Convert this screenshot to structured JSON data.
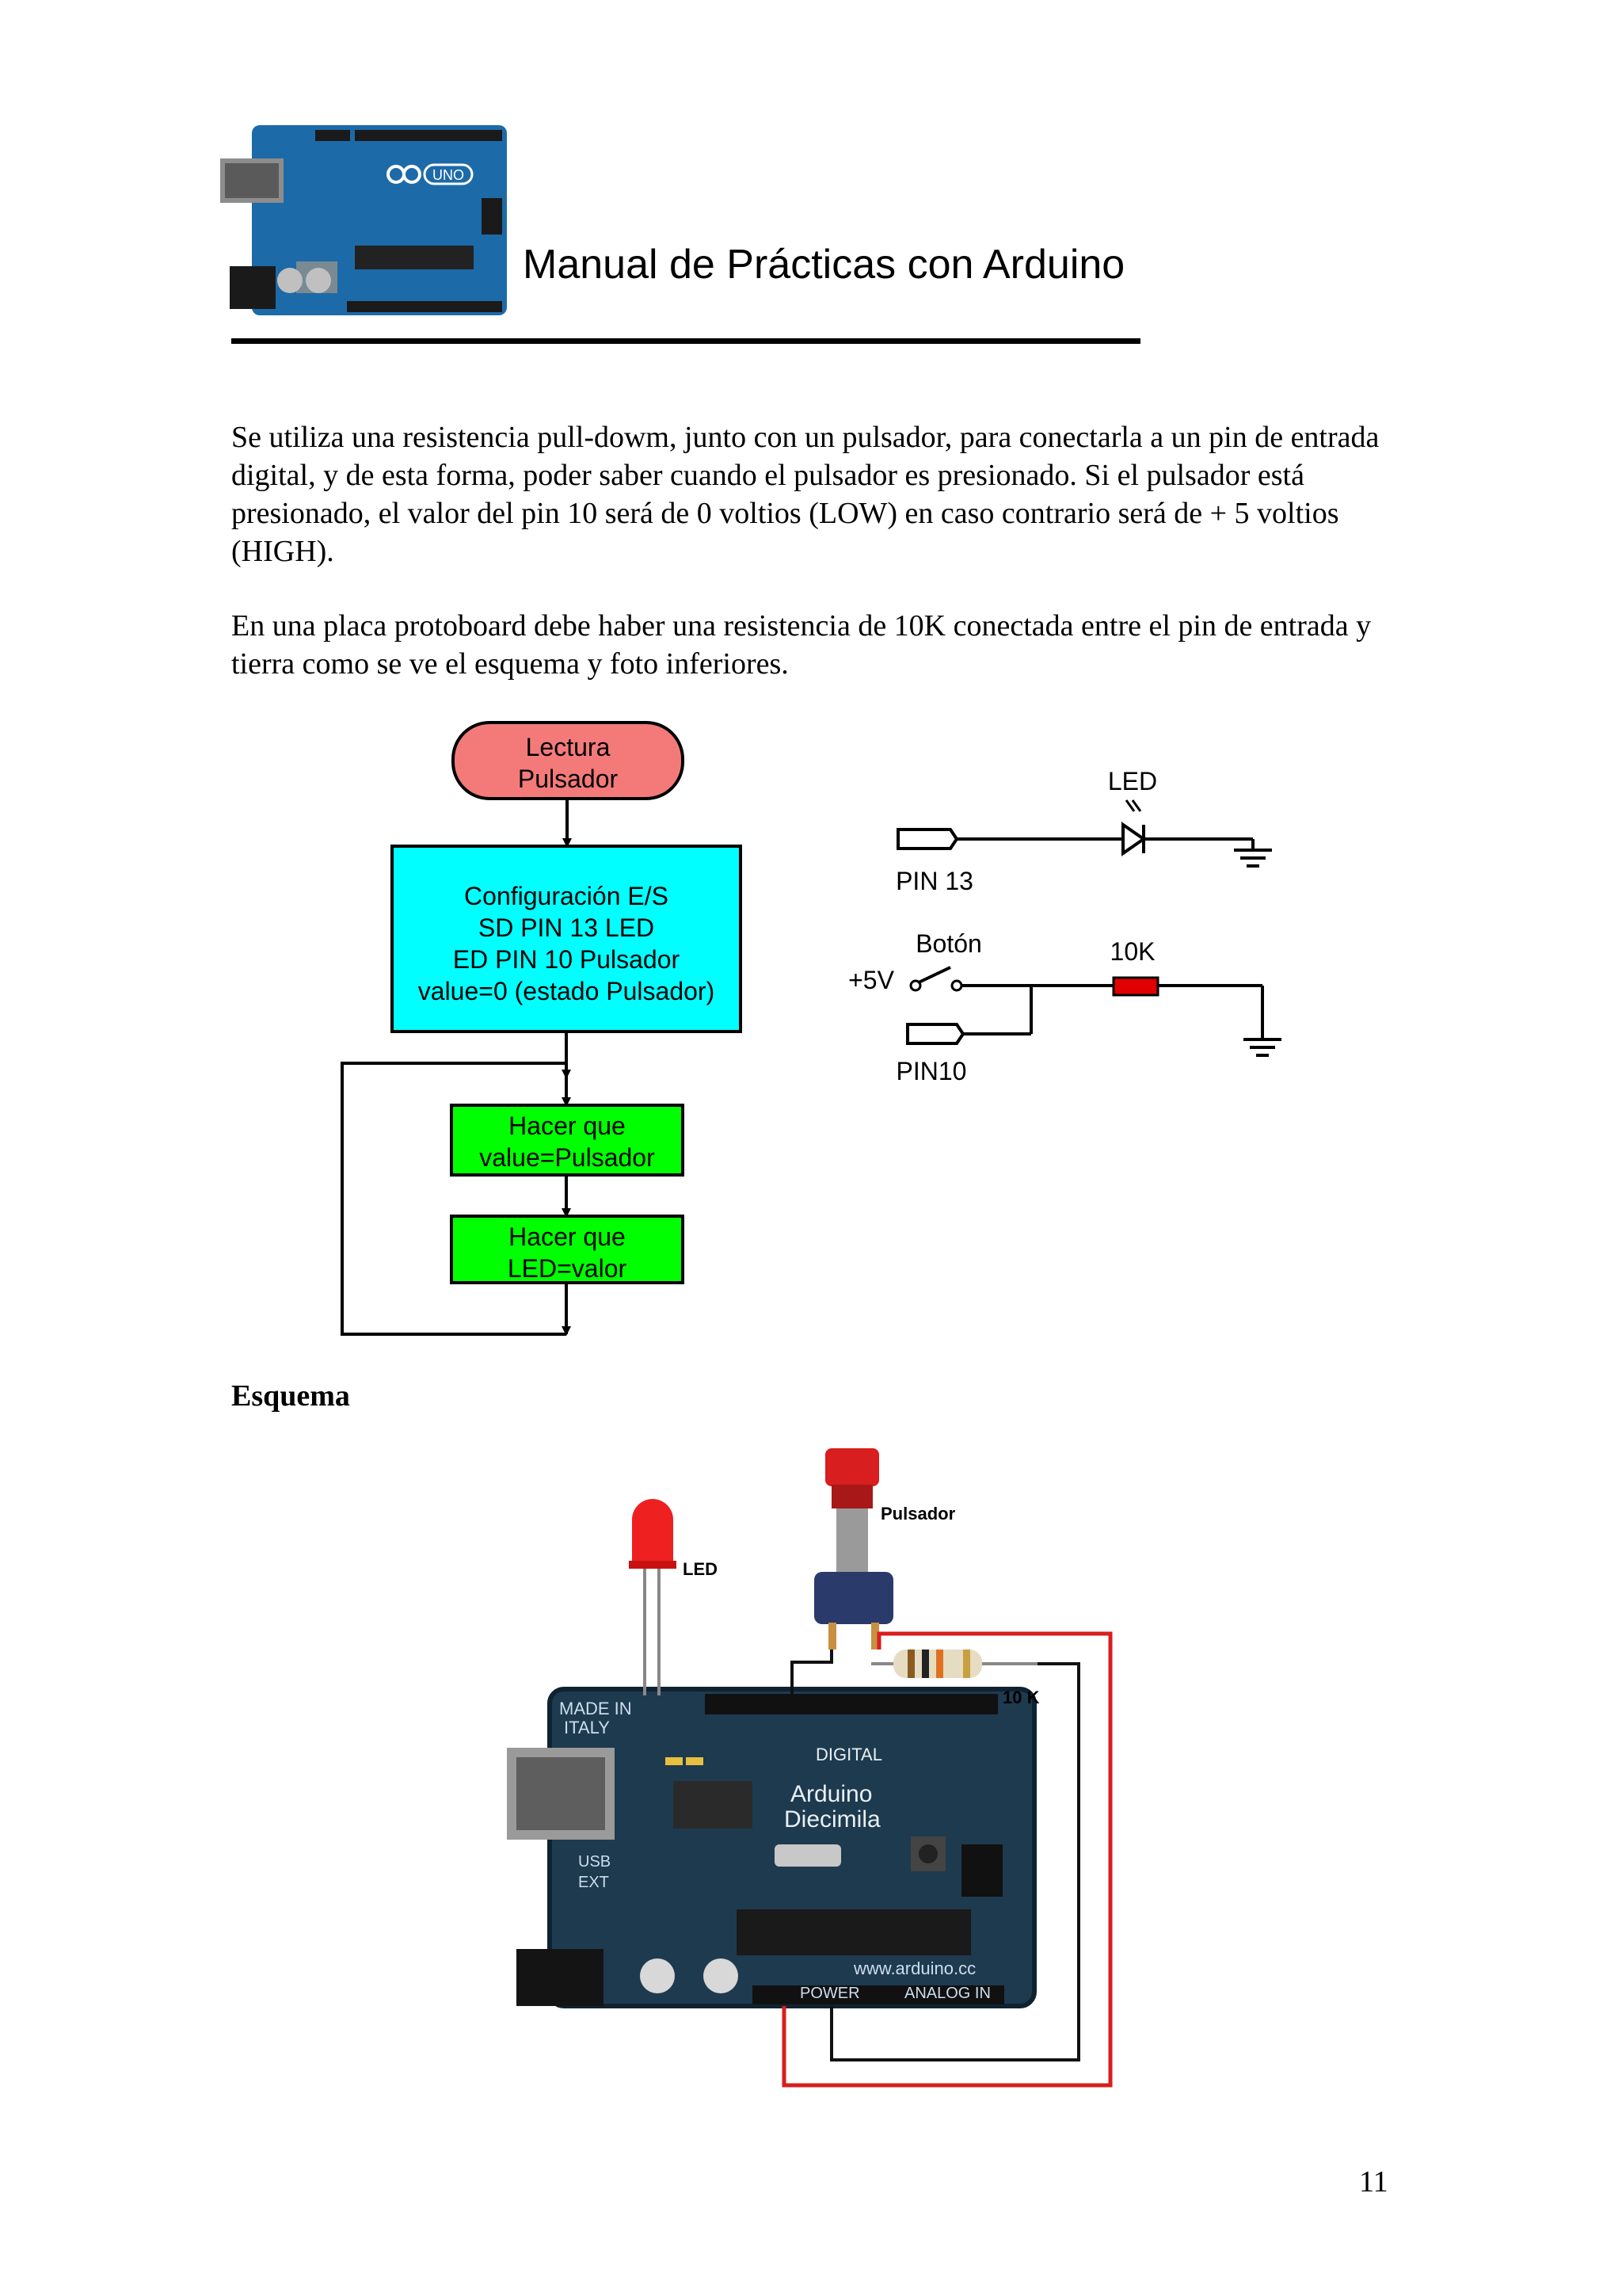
{
  "header": {
    "title": "Manual de Prácticas con Arduino",
    "board_logo_text": "UNO"
  },
  "body": {
    "paragraph1": "Se utiliza una resistencia pull-dowm, junto con un pulsador, para conectarla a un pin de entrada digital, y de esta forma, poder saber cuando el pulsador es presionado. Si el pulsador está presionado, el valor del pin 10 será de 0 voltios (LOW) en caso contrario será de + 5 voltios (HIGH).",
    "paragraph2": "En una placa protoboard debe haber una resistencia de 10K conectada entre el pin de entrada y tierra como se ve el esquema y foto inferiores."
  },
  "flowchart": {
    "start": [
      "Lectura",
      "Pulsador"
    ],
    "config": [
      "Configuración E/S",
      "SD PIN 13 LED",
      "ED PIN 10 Pulsador",
      "value=0 (estado Pulsador)"
    ],
    "step1": [
      "Hacer que",
      "value=Pulsador"
    ],
    "step2": [
      "Hacer que",
      "LED=valor"
    ]
  },
  "schematic": {
    "led_label": "LED",
    "pin13_label": "PIN 13",
    "button_label": "Botón",
    "resistor_label": "10K",
    "supply_label": "+5V",
    "pin10_label": "PIN10"
  },
  "esquema_heading": "Esquema",
  "photo": {
    "button_label": "Pulsador",
    "led_label": "LED",
    "resistor_label": "10 K",
    "board_made_in": [
      "MADE IN",
      "ITALY"
    ],
    "board_name": [
      "Arduino",
      "Diecimila"
    ],
    "board_url": "www.arduino.cc",
    "board_digital": "DIGITAL",
    "board_power": "POWER",
    "board_analog": "ANALOG IN",
    "board_usb": "USB",
    "board_ext": "EXT"
  },
  "page_number": "11",
  "colors": {
    "start_fill": "#f47a7a",
    "config_fill": "#00ffff",
    "step_fill": "#00ff00",
    "resistor_red": "#e00000",
    "board_blue": "#1d6aa8",
    "board_dark": "#1e3a4f",
    "wire_red": "#d81e1e"
  }
}
